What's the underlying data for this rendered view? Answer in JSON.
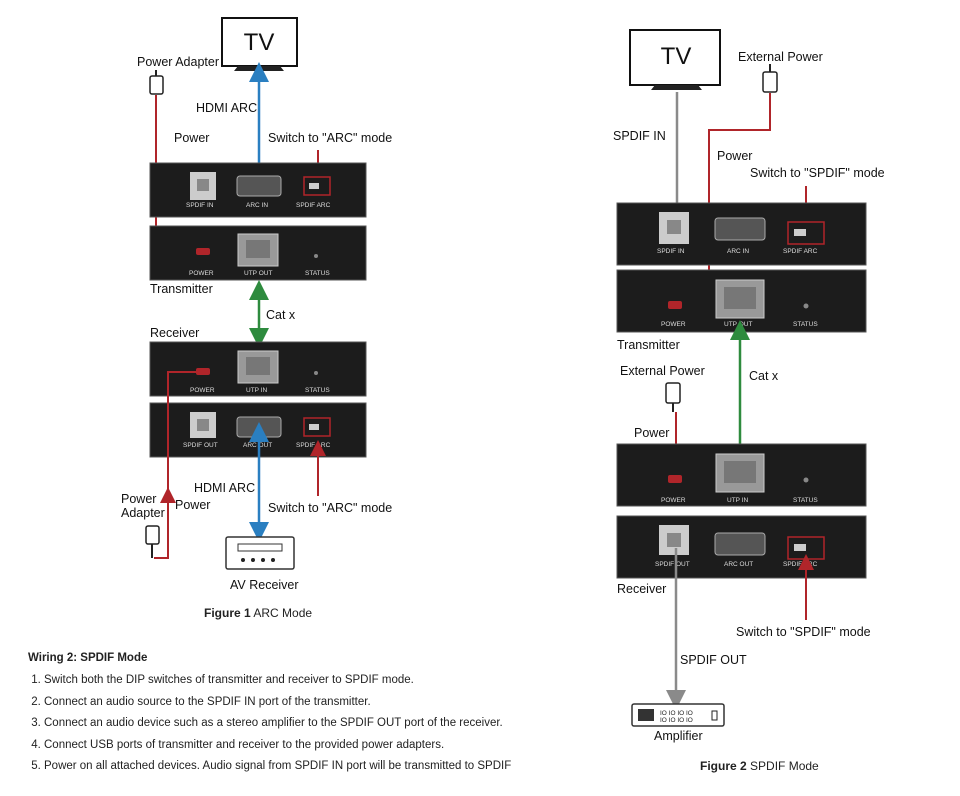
{
  "figure1": {
    "tv_label": "TV",
    "power_adapter_top": "Power Adapter",
    "hdmi_arc_top": "HDMI ARC",
    "power_top": "Power",
    "switch_arc_top": "Switch to \"ARC\" mode",
    "transmitter": "Transmitter",
    "cat_x": "Cat x",
    "receiver": "Receiver",
    "hdmi_arc_bottom": "HDMI ARC",
    "power_adapter_bottom_1": "Power",
    "power_adapter_bottom_2": "Adapter",
    "power_bottom": "Power",
    "switch_arc_bottom": "Switch to \"ARC\" mode",
    "av_receiver": "AV Receiver",
    "tx_ports": {
      "spdif_in": "SPDIF IN",
      "arc_in": "ARC IN",
      "dip": "SPDIF    ARC",
      "power": "POWER",
      "utp_out": "UTP OUT",
      "status": "STATUS"
    },
    "rx_ports": {
      "power": "POWER",
      "utp_in": "UTP IN",
      "status": "STATUS",
      "spdif_out": "SPDIF OUT",
      "arc_out": "ARC OUT",
      "dip": "SPDIF    ARC"
    },
    "caption_num": "Figure 1",
    "caption_text": " ARC Mode"
  },
  "figure2": {
    "tv_label": "TV",
    "external_power_top": "External Power",
    "spdif_in": "SPDIF IN",
    "power_top": "Power",
    "switch_spdif_top": "Switch to \"SPDIF\" mode",
    "transmitter": "Transmitter",
    "external_power_mid": "External Power",
    "cat_x": "Cat x",
    "power_mid": "Power",
    "receiver": "Receiver",
    "switch_spdif_bottom": "Switch to \"SPDIF\" mode",
    "spdif_out": "SPDIF OUT",
    "amplifier": "Amplifier",
    "tx_ports": {
      "spdif_in": "SPDIF IN",
      "arc_in": "ARC IN",
      "dip": "SPDIF    ARC",
      "power": "POWER",
      "utp_out": "UTP OUT",
      "status": "STATUS"
    },
    "rx_ports": {
      "power": "POWER",
      "utp_in": "UTP IN",
      "status": "STATUS",
      "spdif_out": "SPDIF OUT",
      "arc_out": "ARC OUT",
      "dip": "SPDIF    ARC"
    },
    "caption_num": "Figure 2",
    "caption_text": " SPDIF Mode"
  },
  "wiring": {
    "title": "Wiring 2: SPDIF Mode",
    "steps": [
      "Switch both the DIP switches of transmitter and receiver to SPDIF mode.",
      "Connect an audio source to the SPDIF IN port of the transmitter.",
      "Connect an audio device such as a stereo amplifier to the SPDIF OUT port of the receiver.",
      "Connect USB ports of transmitter and receiver to the provided power adapters.",
      "Power on all attached devices. Audio signal from SPDIF IN port will be transmitted to SPDIF"
    ]
  },
  "colors": {
    "hdmi": "#2a7fc1",
    "power": "#b0252a",
    "cat": "#2e8b3e",
    "spdif": "#8a8a8a",
    "box": "#1c1c1c"
  }
}
